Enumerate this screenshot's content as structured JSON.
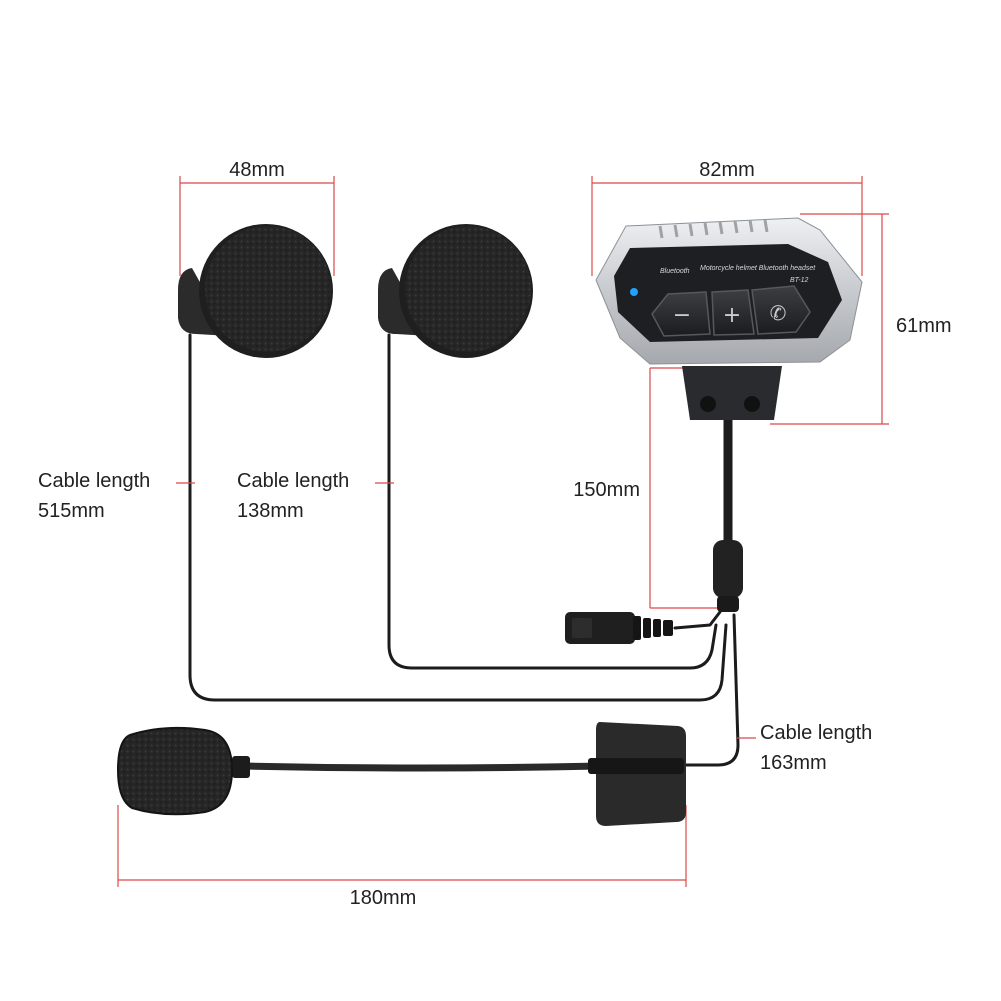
{
  "dimensions": {
    "speaker_width": "48mm",
    "unit_width": "82mm",
    "unit_height": "61mm",
    "boom_length": "150mm",
    "mic_length": "180mm"
  },
  "cables": {
    "left": {
      "label": "Cable length",
      "value": "515mm"
    },
    "middle": {
      "label": "Cable length",
      "value": "138mm"
    },
    "mic": {
      "label": "Cable length",
      "value": "163mm"
    }
  },
  "device": {
    "brand_text": "Bluetooth",
    "product_text": "Motorcycle helmet Bluetooth headset",
    "model_text": "BT-12",
    "buttons": [
      {
        "symbol": "−"
      },
      {
        "symbol": "+"
      },
      {
        "symbol": "✆"
      }
    ]
  },
  "colors": {
    "dimension_line": "#d9484a",
    "device_shell": "#c9ccd0",
    "device_face": "#1e1f22",
    "foam": "#222222",
    "indicator_led": "#1fa3ff"
  }
}
